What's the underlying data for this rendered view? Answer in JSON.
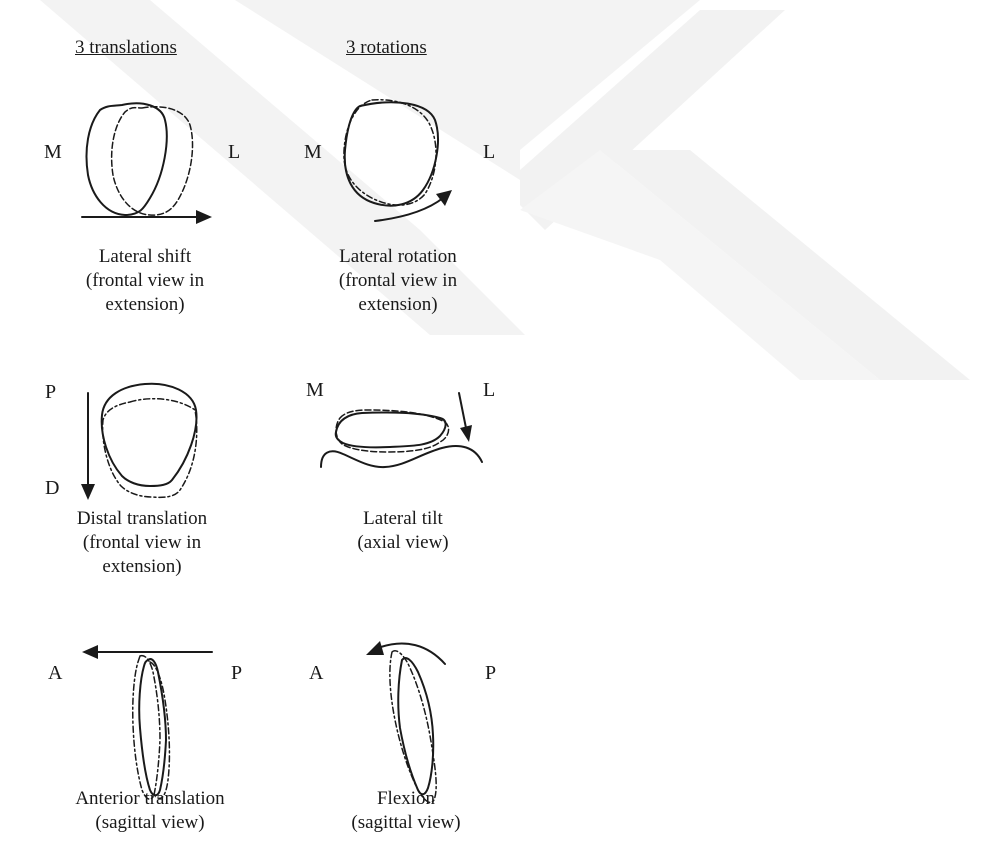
{
  "headers": {
    "translations": "3 translations",
    "rotations": "3 rotations"
  },
  "panels": {
    "lateral_shift": {
      "caption": [
        "Lateral shift",
        "(frontal view in",
        "extension)"
      ],
      "left_label": "M",
      "right_label": "L"
    },
    "lateral_rotation": {
      "caption": [
        "Lateral rotation",
        "(frontal view in",
        "extension)"
      ],
      "left_label": "M",
      "right_label": "L"
    },
    "distal_translation": {
      "caption": [
        "Distal translation",
        "(frontal view in",
        "extension)"
      ],
      "top_label": "P",
      "bottom_label": "D"
    },
    "lateral_tilt": {
      "caption": [
        "Lateral tilt",
        "(axial view)"
      ],
      "left_label": "M",
      "right_label": "L"
    },
    "anterior_translation": {
      "caption": [
        "Anterior translation",
        "(sagittal view)"
      ],
      "left_label": "A",
      "right_label": "P"
    },
    "flexion": {
      "caption": [
        "Flexion",
        "(sagittal view)"
      ],
      "left_label": "A",
      "right_label": "P"
    }
  },
  "colors": {
    "ink": "#1a1a1a",
    "watermark": "#f2f2f2"
  }
}
